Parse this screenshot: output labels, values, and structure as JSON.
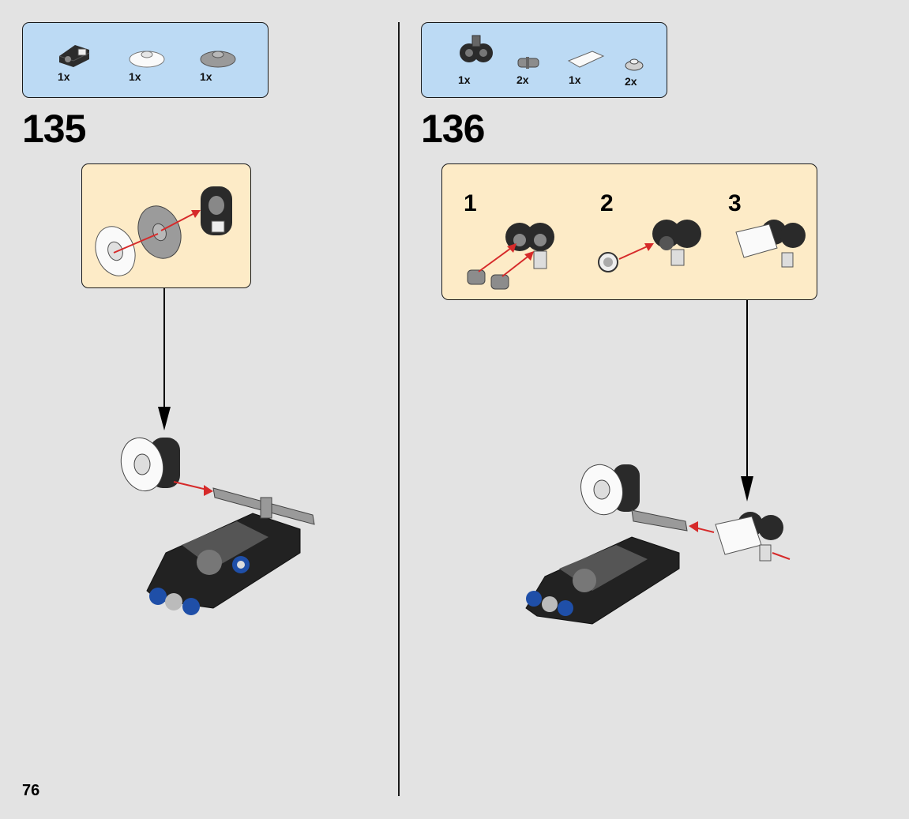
{
  "page": {
    "number": "76"
  },
  "steps": [
    {
      "number": "135",
      "parts": [
        {
          "qty": "1x",
          "icon": "black-pin-connector-icon"
        },
        {
          "qty": "1x",
          "icon": "white-round-dish-icon"
        },
        {
          "qty": "1x",
          "icon": "gray-round-dish-icon"
        }
      ]
    },
    {
      "number": "136",
      "parts": [
        {
          "qty": "1x",
          "icon": "double-pin-connector-icon"
        },
        {
          "qty": "2x",
          "icon": "gray-pin-icon"
        },
        {
          "qty": "1x",
          "icon": "white-tile-icon"
        },
        {
          "qty": "2x",
          "icon": "round-plate-icon"
        }
      ],
      "substeps": [
        "1",
        "2",
        "3"
      ]
    }
  ],
  "colors": {
    "background": "#e3e3e3",
    "parts_box": "#bcdaf4",
    "substep_box": "#fdebc7",
    "arrow_red": "#d62a2a"
  }
}
